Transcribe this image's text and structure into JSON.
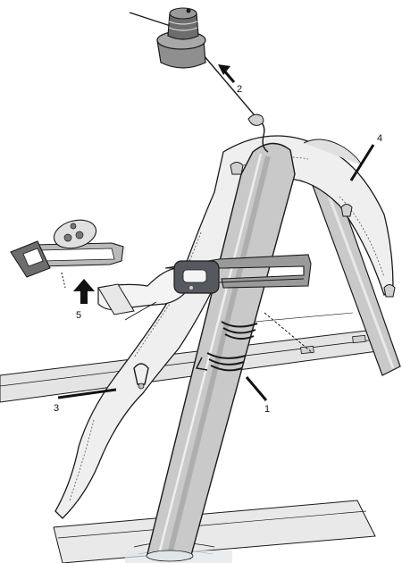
{
  "callouts": {
    "c1": "1",
    "c2": "2",
    "c3": "3",
    "c4": "4",
    "c5": "5"
  },
  "colors": {
    "line": "#1a1a1a",
    "pole": "#c9c9c9",
    "pole_shade": "#8f8f8f",
    "sail": "#efefef",
    "sail_shade": "#bdbdbd",
    "hull": "#e4e4e4",
    "water": "#dfe6ea",
    "saw_frame": "#9a9a9a",
    "grip": "#55595f"
  },
  "icons": [
    "winch-icon",
    "hacksaw-icon",
    "arrow-up-icon",
    "arrow-icon"
  ]
}
